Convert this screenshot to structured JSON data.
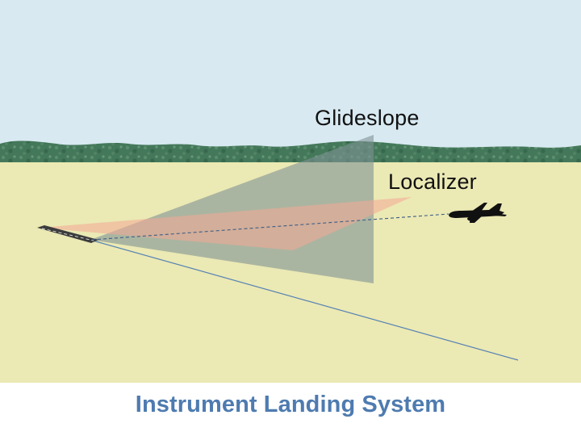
{
  "labels": {
    "glideslope": "Glideslope",
    "localizer": "Localizer"
  },
  "caption": "Instrument Landing System",
  "colors": {
    "sky": "#d8e9f1",
    "ground": "#ebe9b4",
    "hills": "#44785a",
    "glideslope_beam": "#7f9294",
    "localizer_beam": "#f4a796",
    "flight_path": "#3e5e85",
    "runway_centerline": "#5582b3",
    "caption": "#4e7bb0",
    "aircraft": "#111111"
  },
  "icons": {
    "aircraft": "airplane-silhouette-icon",
    "runway": "runway-strip"
  }
}
